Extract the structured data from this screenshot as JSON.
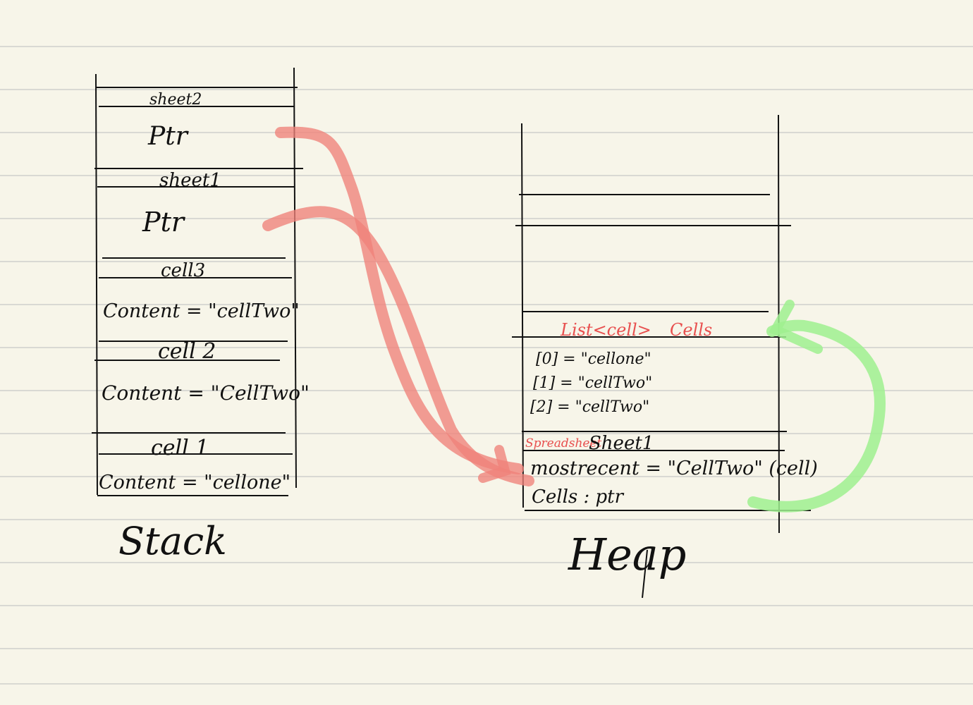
{
  "stack": {
    "frames": [
      {
        "name": "sheet2",
        "field": "Ptr"
      },
      {
        "name": "sheet1",
        "field": "Ptr"
      },
      {
        "name": "cell3",
        "field": "Content = \"cellTwo\""
      },
      {
        "name": "cell 2",
        "field": "Content = \"CellTwo\""
      },
      {
        "name": "cell 1",
        "field": "Content = \"cellone\""
      }
    ],
    "caption": "Stack"
  },
  "heap": {
    "list_type": "List<cell>",
    "list_name": "Cells",
    "list_items": [
      "[0] = \"cellone\"",
      "[1] = \"cellTwo\"",
      "[2] = \"cellTwo\""
    ],
    "object_type": "Spreadsheet",
    "object_name": "Sheet1",
    "most_recent": "mostrecent = \"CellTwo\" (cell)",
    "cells_field": "Cells : ptr",
    "caption": "Heap"
  },
  "colors": {
    "paper": "#f7f5e9",
    "ruling": "#d9d9d3",
    "ink": "#111111",
    "red_arrow": "#f0827a",
    "green_arrow": "#9ff08f",
    "red_text": "#e8504f"
  }
}
